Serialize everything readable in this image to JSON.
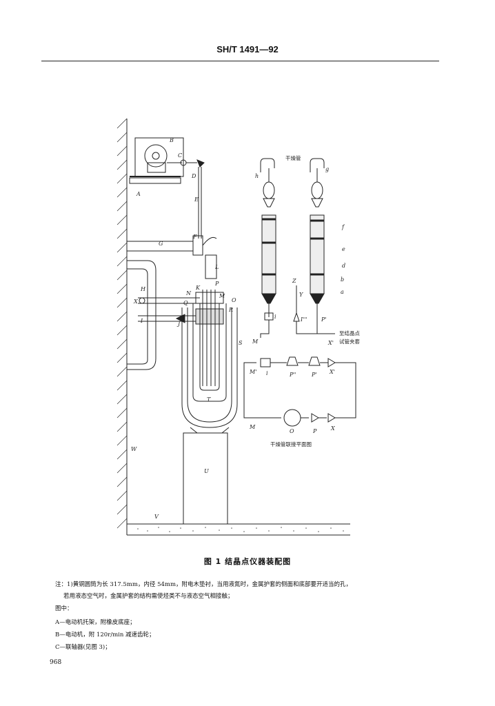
{
  "header": {
    "standard_code": "SH/T 1491—92"
  },
  "figure": {
    "caption": "图 1   结晶点仪器装配图",
    "labels": {
      "A": "A",
      "B": "B",
      "C": "C",
      "D": "D",
      "E": "E",
      "F": "F",
      "G": "G",
      "H": "H",
      "I": "I",
      "J": "J",
      "K": "K",
      "L": "L",
      "M": "M",
      "N": "N",
      "O": "O",
      "P": "P",
      "Q": "Q",
      "R": "R",
      "S": "S",
      "T": "T",
      "U": "U",
      "V": "V",
      "W": "W",
      "X": "X",
      "a": "a",
      "b": "b",
      "d": "d",
      "e": "e",
      "f": "f",
      "g": "g",
      "h": "h",
      "i": "i",
      "Y": "Y",
      "Z": "Z",
      "I_prime3": "I'''",
      "P_prime": "P'",
      "M_prime": "M'",
      "i_prime": "i",
      "P_dprime": "P''",
      "P_prime2": "P'",
      "X_prime": "X'",
      "M2": "M",
      "O2": "O",
      "P2": "P",
      "X2": "X",
      "X_prime_top": "X'"
    },
    "drying_tube_title": "干燥管",
    "crystal_point_label_1": "至结晶点",
    "crystal_point_label_2": "试管夹套",
    "plan_view_title": "干燥管联接平面图"
  },
  "notes": {
    "note_1": "注：1)黄铜圆筒为长 317.5mm，内径 54mm，附电木垫衬，当用液氮时，金属护套的侧面和底部要开适当的孔，",
    "note_1_cont": "若用液态空气时，金属护套的结构需使烃类不与液态空气相接触；",
    "legend_title": "图中：",
    "legend": [
      "A—电动机托架，附橡皮底座；",
      "B—电动机，附 120r/min 减速齿轮；",
      "C—联轴器(见图 3)；"
    ]
  },
  "page_number": "968"
}
